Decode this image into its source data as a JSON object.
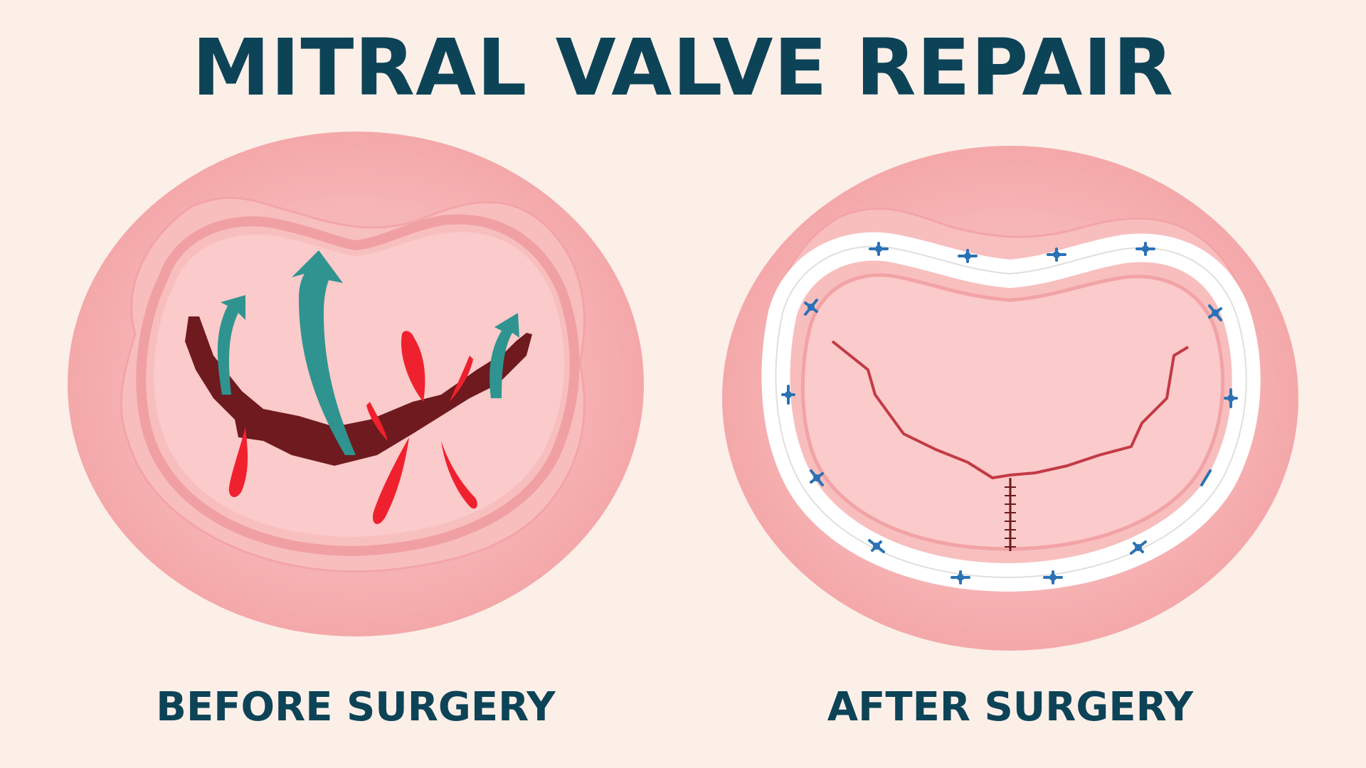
{
  "title": "MITRAL VALVE REPAIR",
  "panels": {
    "before": {
      "label": "BEFORE SURGERY"
    },
    "after": {
      "label": "AFTER SURGERY"
    }
  },
  "colors": {
    "background": "#fcefe8",
    "title_text": "#0d4357",
    "outer_tissue": "#f7b7b7",
    "inner_tissue": "#fbcaca",
    "leaflet_gap": "#6e1a1f",
    "regurgitation_arrow": "#2f9490",
    "blood_drop": "#f0212e",
    "annuloplasty_ring": "#ffffff",
    "suture": "#2a72b5",
    "repair_line": "#c23a45"
  },
  "icons": {
    "regurgitation": "curved-arrow-icon",
    "blood": "blood-drop-icon",
    "suture": "suture-stitch-icon"
  }
}
